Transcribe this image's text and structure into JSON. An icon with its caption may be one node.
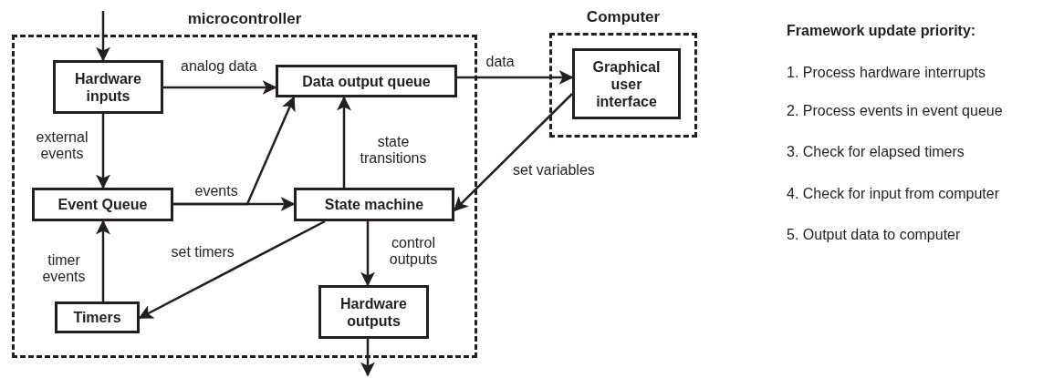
{
  "diagram": {
    "nodes": [
      {
        "text": [
          "microcontroller"
        ]
      },
      {
        "text": [
          "Hardware inputs"
        ],
        "in": 0
      },
      {
        "text": [
          "Data output queue"
        ],
        "in": 0
      },
      {
        "text": [
          "Event Queue"
        ],
        "in": 0
      },
      {
        "text": [
          "State machine"
        ],
        "in": 0
      },
      {
        "text": [
          "Timers"
        ],
        "in": 0
      },
      {
        "text": [
          "Hardware outputs"
        ],
        "in": 0
      },
      {
        "text": [
          "Computer"
        ]
      },
      {
        "text": [
          "Graphical user interface"
        ],
        "in": 7
      }
    ],
    "edges": [
      {
        "from": null,
        "to": 1,
        "arrow": "to"
      },
      {
        "from": 1,
        "to": 2,
        "arrow": "to",
        "label": "analog data"
      },
      {
        "from": 1,
        "to": 3,
        "arrow": "to",
        "label": "external events"
      },
      {
        "from": 3,
        "to": 4,
        "arrow": "to",
        "label": "events"
      },
      {
        "from": 3,
        "to": 2,
        "arrow": "to"
      },
      {
        "from": 4,
        "to": 2,
        "arrow": "to",
        "label": "state transitions"
      },
      {
        "from": 4,
        "to": 5,
        "arrow": "to",
        "label": "set timers"
      },
      {
        "from": 5,
        "to": 3,
        "arrow": "to",
        "label": "timer events"
      },
      {
        "from": 4,
        "to": 6,
        "arrow": "to",
        "label": "control outputs"
      },
      {
        "from": 6,
        "to": null,
        "arrow": "to"
      },
      {
        "from": 2,
        "to": 8,
        "arrow": "to",
        "label": "data"
      },
      {
        "from": 8,
        "to": 4,
        "arrow": "to",
        "label": "set variables"
      }
    ],
    "labels": [
      "Framework update priority:",
      "1. Process hardware interrupts",
      "2. Process events in event queue",
      "3. Check for elapsed timers",
      "4. Check for input from computer",
      "5. Output data to computer"
    ]
  }
}
